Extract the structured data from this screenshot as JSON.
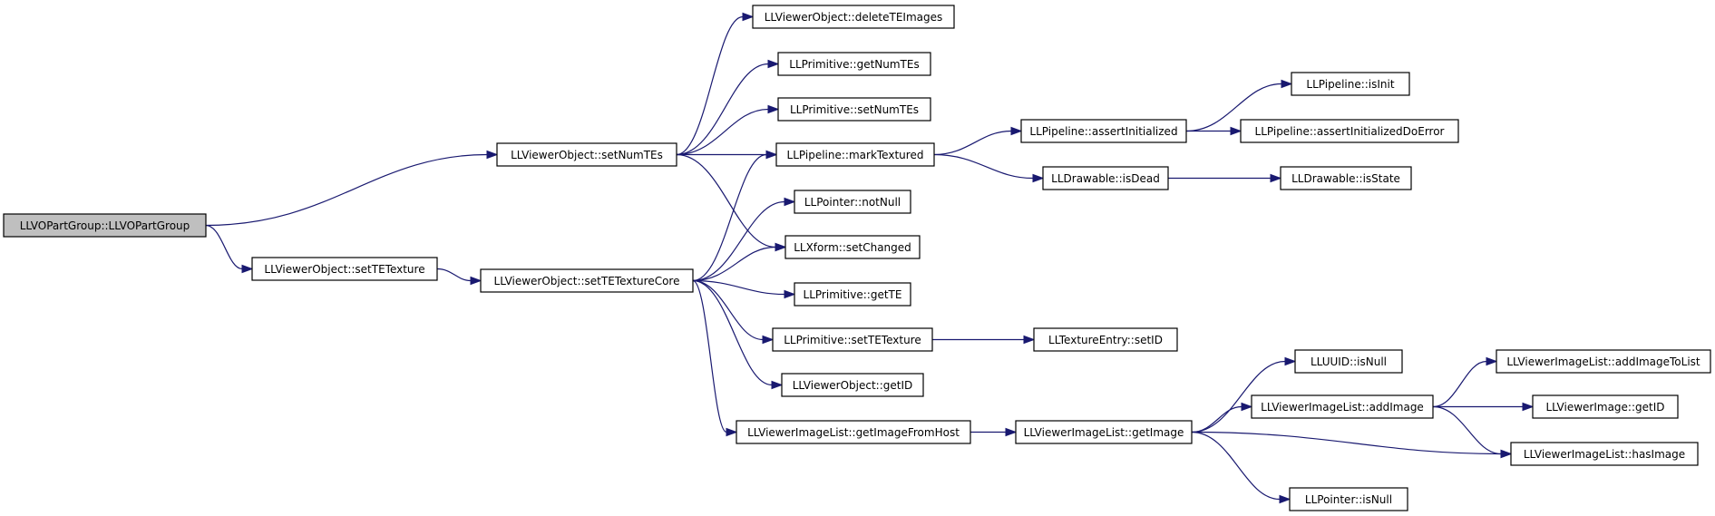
{
  "graph": {
    "root": "LLVOPartGroup::LLVOPartGroup",
    "nodes": [
      {
        "id": "n0",
        "label": "LLVOPartGroup::LLVOPartGroup",
        "root": true
      },
      {
        "id": "n1",
        "label": "LLViewerObject::setNumTEs"
      },
      {
        "id": "n2",
        "label": "LLViewerObject::setTETexture"
      },
      {
        "id": "n3",
        "label": "LLViewerObject::setTETextureCore"
      },
      {
        "id": "n4",
        "label": "LLViewerObject::deleteTEImages"
      },
      {
        "id": "n5",
        "label": "LLPrimitive::getNumTEs"
      },
      {
        "id": "n6",
        "label": "LLPrimitive::setNumTEs"
      },
      {
        "id": "n7",
        "label": "LLPipeline::markTextured"
      },
      {
        "id": "n8",
        "label": "LLPointer::notNull"
      },
      {
        "id": "n9",
        "label": "LLXform::setChanged"
      },
      {
        "id": "n10",
        "label": "LLPrimitive::getTE"
      },
      {
        "id": "n11",
        "label": "LLPrimitive::setTETexture"
      },
      {
        "id": "n12",
        "label": "LLViewerObject::getID"
      },
      {
        "id": "n13",
        "label": "LLViewerImageList::getImageFromHost"
      },
      {
        "id": "n14",
        "label": "LLPipeline::assertInitialized"
      },
      {
        "id": "n15",
        "label": "LLDrawable::isDead"
      },
      {
        "id": "n16",
        "label": "LLTextureEntry::setID"
      },
      {
        "id": "n17",
        "label": "LLViewerImageList::getImage"
      },
      {
        "id": "n18",
        "label": "LLPipeline::isInit"
      },
      {
        "id": "n19",
        "label": "LLPipeline::assertInitializedDoError"
      },
      {
        "id": "n20",
        "label": "LLDrawable::isState"
      },
      {
        "id": "n21",
        "label": "LLUUID::isNull"
      },
      {
        "id": "n22",
        "label": "LLViewerImageList::addImage"
      },
      {
        "id": "n23",
        "label": "LLPointer::isNull"
      },
      {
        "id": "n24",
        "label": "LLViewerImageList::addImageToList"
      },
      {
        "id": "n25",
        "label": "LLViewerImage::getID"
      },
      {
        "id": "n26",
        "label": "LLViewerImageList::hasImage"
      }
    ],
    "edges": [
      {
        "from": "n0",
        "to": "n1"
      },
      {
        "from": "n0",
        "to": "n2"
      },
      {
        "from": "n1",
        "to": "n4"
      },
      {
        "from": "n1",
        "to": "n5"
      },
      {
        "from": "n1",
        "to": "n6"
      },
      {
        "from": "n1",
        "to": "n7"
      },
      {
        "from": "n1",
        "to": "n9"
      },
      {
        "from": "n2",
        "to": "n3"
      },
      {
        "from": "n3",
        "to": "n7"
      },
      {
        "from": "n3",
        "to": "n8"
      },
      {
        "from": "n3",
        "to": "n9"
      },
      {
        "from": "n3",
        "to": "n10"
      },
      {
        "from": "n3",
        "to": "n11"
      },
      {
        "from": "n3",
        "to": "n12"
      },
      {
        "from": "n3",
        "to": "n13"
      },
      {
        "from": "n7",
        "to": "n14"
      },
      {
        "from": "n7",
        "to": "n15"
      },
      {
        "from": "n14",
        "to": "n18"
      },
      {
        "from": "n14",
        "to": "n19"
      },
      {
        "from": "n15",
        "to": "n20"
      },
      {
        "from": "n11",
        "to": "n16"
      },
      {
        "from": "n13",
        "to": "n17"
      },
      {
        "from": "n17",
        "to": "n21"
      },
      {
        "from": "n17",
        "to": "n22"
      },
      {
        "from": "n17",
        "to": "n26"
      },
      {
        "from": "n17",
        "to": "n23"
      },
      {
        "from": "n22",
        "to": "n24"
      },
      {
        "from": "n22",
        "to": "n25"
      },
      {
        "from": "n22",
        "to": "n26"
      }
    ]
  }
}
